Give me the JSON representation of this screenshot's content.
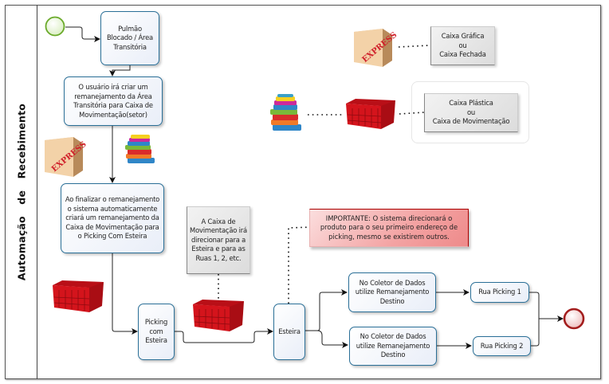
{
  "lane": {
    "title": "Automação  de  Recebimento"
  },
  "events": {
    "start": "start-event",
    "end": "end-event"
  },
  "tasks": {
    "pulmao": "Pulmão Blocado / Área Transitória",
    "usuario": "O usuário irá criar um remanejamento da Área Transitória para Caixa de Movimentação(setor)",
    "finalizar": "Ao finalizar o remanejamento o sistema automaticamente criará um remanejamento da Caixa de Movimentação para o Picking Com Esteira",
    "picking_esteira": "Picking com Esteira",
    "esteira": "Esteira",
    "coletor1": "No Coletor de Dados utilize Remanejamento Destino",
    "coletor2": "No Coletor de Dados utilize Remanejamento Destino",
    "rua1": "Rua Picking 1",
    "rua2": "Rua Picking 2"
  },
  "notes": {
    "caixa_grafica": "Caixa Gráfica\nou\nCaixa Fechada",
    "caixa_plastica": "Caixa Plástica\nou\nCaixa de Movimentação",
    "caixa_mov_direcionar": "A Caixa de Movimentação irá direcionar para a Esteira e para as Ruas 1, 2, etc.",
    "importante": "IMPORTANTE: O sistema direcionará o produto para o seu  primeiro endereço de picking, mesmo se existirem outros."
  },
  "images": {
    "express_box_label": "EXPRESS",
    "express_box_label_2": "EXPRESS"
  },
  "colors": {
    "task_border": "#2a6f97",
    "start_event": "#6aaa2a",
    "end_event": "#a31d1d",
    "important_note": "#f3a3a3",
    "crate_red": "#d4141c"
  }
}
